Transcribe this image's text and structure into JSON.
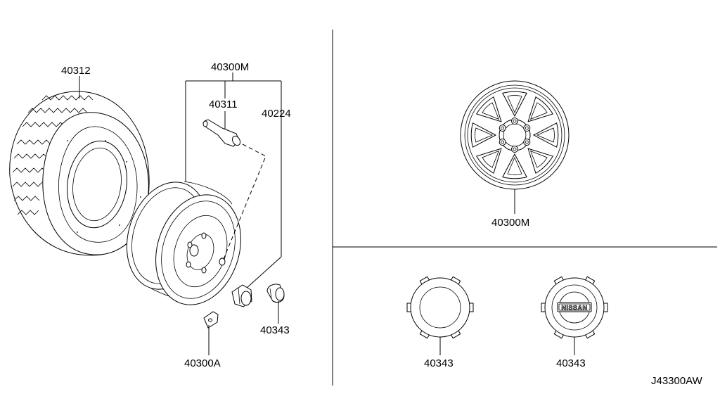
{
  "labels": {
    "tire": "40312",
    "wheel_assy": "40300M",
    "valve": "40311",
    "nut": "40224",
    "cap_small": "40343",
    "weight": "40300A",
    "alloy_wheel": "40300M",
    "cap_plain": "40343",
    "cap_logo": "40343",
    "logo_text": "NISSAN",
    "diagram_code": "J43300AW"
  }
}
